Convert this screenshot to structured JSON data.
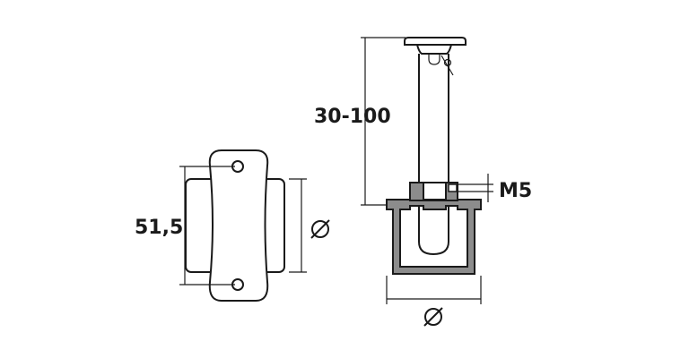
{
  "dimensions": {
    "bracket_height": "51,5",
    "adjust_range": "30-100",
    "thread": "M5"
  },
  "colors": {
    "line": "#1a1a1a",
    "cup_fill": "#8c8c8c",
    "background": "#ffffff"
  },
  "icons": {
    "diameter_symbol": "diameter-icon"
  }
}
